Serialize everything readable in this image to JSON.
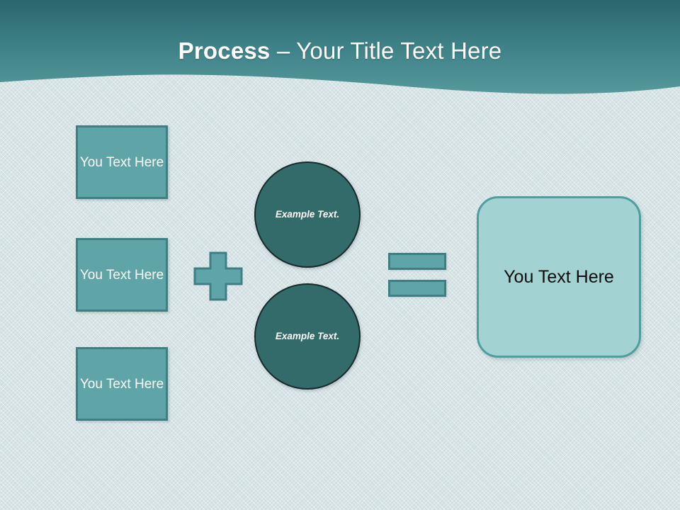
{
  "slide": {
    "title": {
      "bold_part": "Process",
      "rest_part": " – Your Title Text Here",
      "full": "Process – Your Title Text Here"
    },
    "theme": {
      "header_gradient_top": "#2e6a70",
      "header_gradient_bottom": "#4e9296",
      "background": "#cfdee0",
      "box_fill": "#5fa5a8",
      "box_border": "#3f7f84",
      "circle_fill": "#336b6b",
      "circle_border": "#17292b",
      "result_fill": "#a3d2d2",
      "result_border": "#4f9da0",
      "title_color": "#ffffff",
      "box_text_color": "#ffffff",
      "result_text_color": "#0d0d0d"
    },
    "input_boxes": [
      {
        "text": "You Text Here"
      },
      {
        "text": "You Text Here"
      },
      {
        "text": "You Text Here"
      }
    ],
    "operators": {
      "plus": {
        "symbol": "+",
        "icon": "plus-icon"
      },
      "equals": {
        "symbol": "=",
        "icon": "equals-icon"
      }
    },
    "circles": [
      {
        "text": "Example Text."
      },
      {
        "text": "Example Text."
      }
    ],
    "result_box": {
      "text": "You Text Here"
    }
  }
}
